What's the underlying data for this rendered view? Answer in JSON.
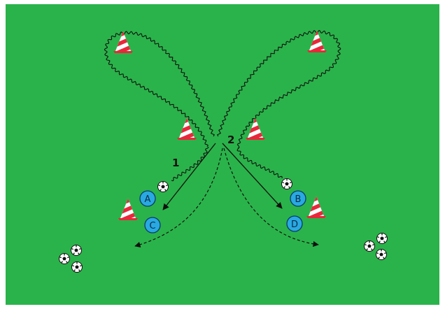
{
  "colors": {
    "pitch": "#2ab34a",
    "border": "#ffffff",
    "player_fill": "#29a9e1",
    "player_stroke": "#0d3a6b",
    "cone_red": "#e8283a",
    "cone_white": "#ffffff",
    "line": "#111111"
  },
  "sequence_labels": [
    "1",
    "2"
  ],
  "players": [
    "A",
    "B",
    "C",
    "D"
  ],
  "icons": [
    "traffic-cone-icon",
    "soccer-ball-icon",
    "player-disc-icon"
  ]
}
